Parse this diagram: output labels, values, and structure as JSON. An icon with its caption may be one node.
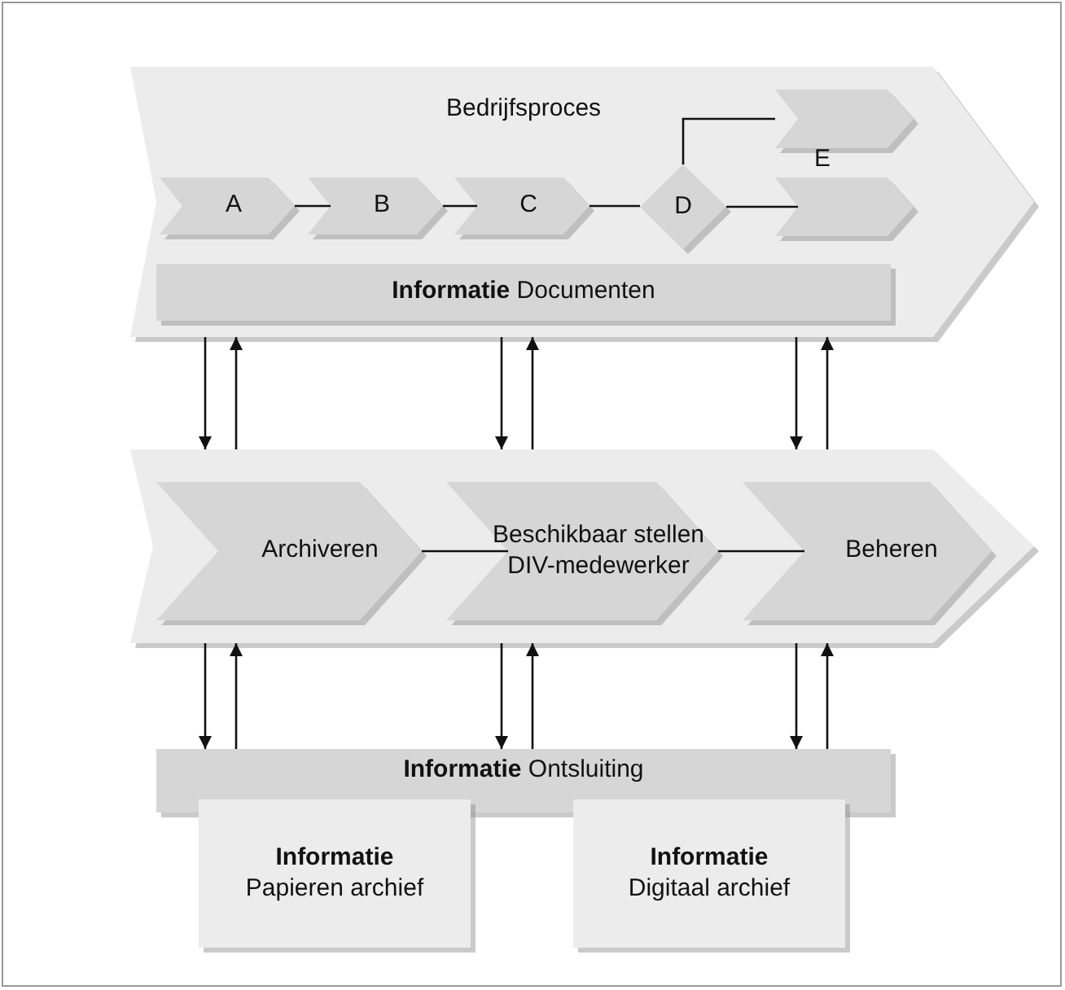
{
  "diagram": {
    "nodes": [
      {
        "text": [
          "Bedrijfsproces"
        ]
      },
      {
        "text": [
          "A"
        ],
        "in": 0
      },
      {
        "text": [
          "B"
        ],
        "in": 0
      },
      {
        "text": [
          "C"
        ],
        "in": 0
      },
      {
        "text": [
          "D"
        ],
        "in": 0
      },
      {
        "text": [],
        "shape": "chevron",
        "in": 0
      },
      {
        "text": [],
        "shape": "chevron",
        "in": 0
      },
      {
        "text": [
          "**Informatie** Documenten"
        ],
        "in": 0
      },
      {
        "text": [],
        "shape": "chevron"
      },
      {
        "text": [
          "Archiveren"
        ],
        "in": 8
      },
      {
        "text": [
          "Beschikbaar stellen DIV-medewerker"
        ],
        "in": 8
      },
      {
        "text": [
          "Beheren"
        ],
        "in": 8
      },
      {
        "text": [
          "**Informatie** Ontsluiting"
        ]
      },
      {
        "text": [
          "Informatie",
          "Papieren archief"
        ]
      },
      {
        "text": [
          "Informatie",
          "Digitaal archief"
        ]
      }
    ],
    "edges": [
      {
        "from": 1,
        "to": 2,
        "arrow": "none"
      },
      {
        "from": 2,
        "to": 3,
        "arrow": "none"
      },
      {
        "from": 3,
        "to": 4,
        "arrow": "none"
      },
      {
        "from": 4,
        "to": 5,
        "arrow": "none"
      },
      {
        "from": 4,
        "to": 6,
        "arrow": "none"
      },
      {
        "from": 9,
        "to": 10,
        "arrow": "none"
      },
      {
        "from": 10,
        "to": 11,
        "arrow": "none"
      },
      {
        "from": 0,
        "to": 8,
        "arrow": "to"
      },
      {
        "from": 8,
        "to": 0,
        "arrow": "to"
      },
      {
        "from": 0,
        "to": 8,
        "arrow": "to"
      },
      {
        "from": 8,
        "to": 0,
        "arrow": "to"
      },
      {
        "from": 0,
        "to": 8,
        "arrow": "to"
      },
      {
        "from": 8,
        "to": 0,
        "arrow": "to"
      },
      {
        "from": 8,
        "to": 12,
        "arrow": "to"
      },
      {
        "from": 12,
        "to": 8,
        "arrow": "to"
      },
      {
        "from": 8,
        "to": 12,
        "arrow": "to"
      },
      {
        "from": 12,
        "to": 8,
        "arrow": "to"
      },
      {
        "from": 8,
        "to": 12,
        "arrow": "to"
      },
      {
        "from": 12,
        "to": 8,
        "arrow": "to"
      }
    ],
    "labels": [
      "E"
    ]
  }
}
